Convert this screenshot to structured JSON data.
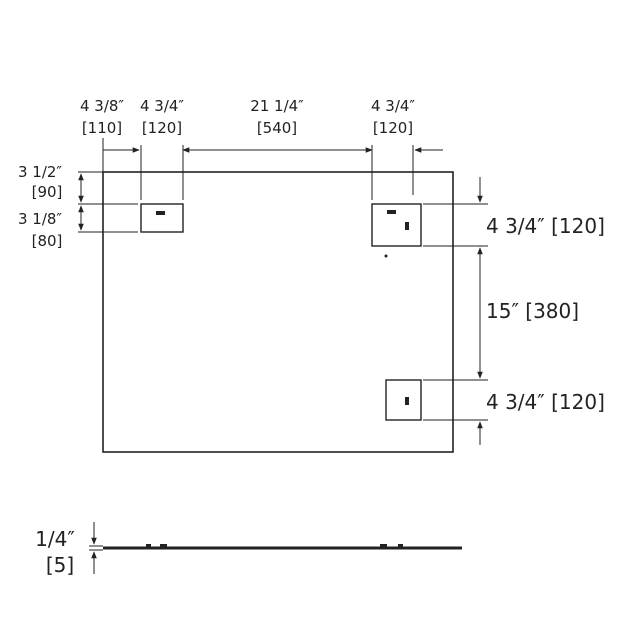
{
  "diagram": {
    "top_dims": [
      {
        "imperial": "4 3/8″",
        "metric": "[110]"
      },
      {
        "imperial": "4 3/4″",
        "metric": "[120]"
      },
      {
        "imperial": "21 1/4″",
        "metric": "[540]"
      },
      {
        "imperial": "4 3/4″",
        "metric": "[120]"
      }
    ],
    "left_dims": [
      {
        "imperial": "3 1/2″",
        "metric": "[90]"
      },
      {
        "imperial": "3 1/8″",
        "metric": "[80]"
      }
    ],
    "right_dims": [
      {
        "label": "4 3/4″ [120]"
      },
      {
        "label": "15″ [380]"
      },
      {
        "label": "4 3/4″ [120]"
      }
    ],
    "thickness": {
      "imperial": "1/4″",
      "metric": "[5]"
    }
  }
}
